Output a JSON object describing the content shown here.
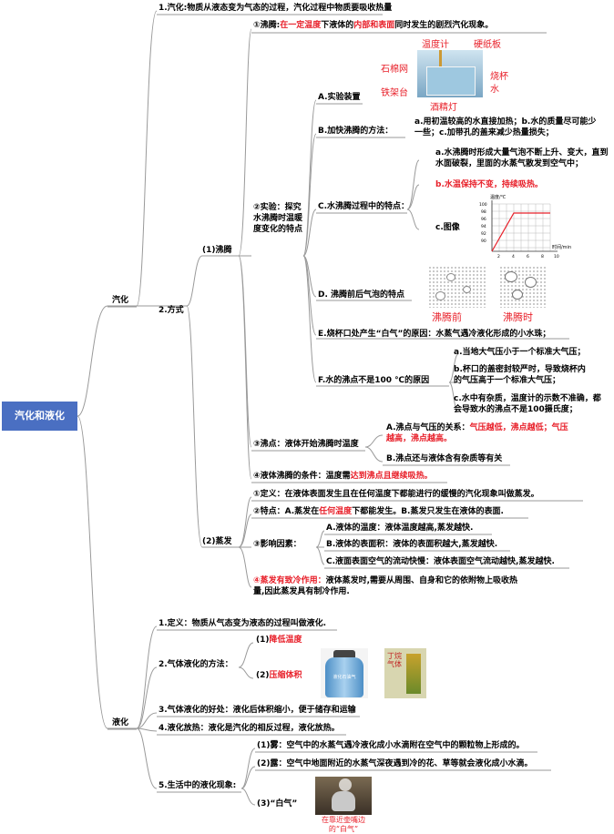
{
  "root": "汽化和液化",
  "qihua": {
    "label": "汽化",
    "def": "1.汽化:物质从液态变为气态的过程，汽化过程中物质要吸收热量",
    "fangshi": "2.方式",
    "feiteng": {
      "label": "(1)沸腾",
      "def_pre": "①沸腾:",
      "def_red1": "在一定温度",
      "def_mid": "下液体的",
      "def_red2": "内部和表面",
      "def_post": "同时发生的剧烈汽化现象。",
      "exp_label": "②实验：探究水沸腾时温暖度变化的特点",
      "a_label": "A.实验装置",
      "apparatus": [
        "温度计",
        "硬纸板",
        "石棉网",
        "烧杯",
        "水",
        "铁架台",
        "酒精灯"
      ],
      "b_label": "B.加快沸腾的方法：",
      "b_text": "a.用初温较高的水直接加热；b.水的质量尽可能少一些；c.加带孔的盖来减少热量损失；",
      "c_label": "C.水沸腾过程中的特点：",
      "c_a": "a.水沸腾时形成大量气泡不断上升、变大，直到水面破裂，里面的水蒸气散发到空气中；",
      "c_b": "b.水温保持不变，持续吸热。",
      "c_c": "c.图像",
      "graph": {
        "ylabel": "温度/℃",
        "xlabel": "时间/min",
        "yticks": [
          "100",
          "98",
          "96",
          "94",
          "92",
          "90"
        ],
        "xticks": [
          "2",
          "4",
          "6",
          "8",
          "10"
        ]
      },
      "d_label": "D. 沸腾前后气泡的特点",
      "d_before": "沸腾前",
      "d_during": "沸腾时",
      "e_label": "E.烧杯口处产生“白气”的原因：水蒸气遇冷液化形成的小水珠；",
      "f_label": "F.水的沸点不是100 ℃的原因",
      "f_a": "a.当地大气压小于一个标准大气压；",
      "f_b": "b.杯口的盖密封较严时，导致烧杯内的气压高于一个标准大气压；",
      "f_c": "c.水中有杂质，温度计的示数不准确，都会导致水的沸点不是100摄氏度；",
      "boil_label": "③沸点：液体开始沸腾时温度",
      "boil_a_pre": "A.沸点与气压的关系：",
      "boil_a_red": "气压越低，沸点越低；气压越高，沸点越高。",
      "boil_b": "B.沸点还与液体含有杂质等有关",
      "cond_pre": "④液体沸腾的条件：温度需",
      "cond_red": "达到沸点且继续吸热。"
    },
    "zhengfa": {
      "label": "(2)蒸发",
      "def": "①定义：在液体表面发生且在任何温度下都能进行的缓慢的汽化现象叫做蒸发。",
      "feat_pre": "②特点：A.蒸发在",
      "feat_red": "任何温度",
      "feat_post": "下都能发生。B.蒸发只发生在液体的表面.",
      "factor_label": "③影响因素：",
      "factor_a": "A.液体的温度：液体温度越高,蒸发越快.",
      "factor_b": "B.液体的表面积：液体的表面积越大,蒸发越快.",
      "factor_c": "C.液面表面空气的流动快慢：液体表面空气流动越快,蒸发越快.",
      "cool_red": "④蒸发有致冷作用：",
      "cool_text": "液体蒸发时,需要从周围、自身和它的依附物上吸收热量,因此蒸发具有制冷作用."
    }
  },
  "yehua": {
    "label": "液化",
    "def": "1.定义：物质从气态变为液态的过程叫做液化.",
    "method_label": "2.气体液化的方法：",
    "method_1_pre": "(1)",
    "method_1_red": "降低温度",
    "method_2_pre": "(2)",
    "method_2_red": "压缩体积",
    "tank_text": "液化石油气",
    "lighter_text": "丁烷气体",
    "benefit": "3.气体液化的好处：液化后体积缩小，便于储存和运输",
    "release": "4.液化放热：液化是汽化的相反过程，液化放热。",
    "life_label": "5.生活中的液化现象:",
    "life_1": "(1)雾：空气中的水蒸气遇冷液化成小水滴附在空气中的颗粒物上形成的。",
    "life_2": "(2)露：空气中地面附近的水蒸气深夜遇到冷的花、草等就会液化成小水滴。",
    "life_3": "(3)“白气”",
    "kettle_caption": "在靠近壶嘴边的“白气”"
  },
  "colors": {
    "root_bg": "#4a6fc2",
    "highlight": "#e8202a",
    "line": "#9a9a9a"
  }
}
